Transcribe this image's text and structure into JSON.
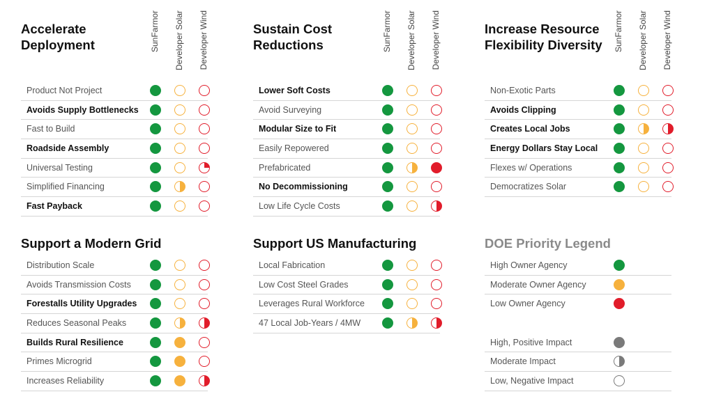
{
  "colors": {
    "green": "#14973f",
    "orange": "#f6b13d",
    "red": "#e11c2a",
    "gray": "#7a7a7a"
  },
  "columns": [
    "SunFarmor",
    "Developer Solar",
    "Developer Wind"
  ],
  "panels": [
    {
      "title_line1": "Accelerate",
      "title_line2": "Deployment",
      "rows": [
        {
          "label": "Product Not Project",
          "bold": false,
          "s": [
            "green-full",
            "orange-empty",
            "red-empty"
          ]
        },
        {
          "label": "Avoids Supply Bottlenecks",
          "bold": true,
          "s": [
            "green-full",
            "orange-empty",
            "red-empty"
          ]
        },
        {
          "label": "Fast to Build",
          "bold": false,
          "s": [
            "green-full",
            "orange-empty",
            "red-empty"
          ]
        },
        {
          "label": "Roadside Assembly",
          "bold": true,
          "s": [
            "green-full",
            "orange-empty",
            "red-empty"
          ]
        },
        {
          "label": "Universal Testing",
          "bold": false,
          "s": [
            "green-full",
            "orange-empty",
            "red-quarter"
          ]
        },
        {
          "label": "Simplified Financing",
          "bold": false,
          "s": [
            "green-full",
            "orange-half",
            "red-empty"
          ]
        },
        {
          "label": "Fast Payback",
          "bold": true,
          "s": [
            "green-full",
            "orange-empty",
            "red-empty"
          ]
        }
      ]
    },
    {
      "title_line1": "Sustain Cost",
      "title_line2": "Reductions",
      "rows": [
        {
          "label": "Lower Soft Costs",
          "bold": true,
          "s": [
            "green-full",
            "orange-empty",
            "red-empty"
          ]
        },
        {
          "label": "Avoid Surveying",
          "bold": false,
          "s": [
            "green-full",
            "orange-empty",
            "red-empty"
          ]
        },
        {
          "label": "Modular Size to Fit",
          "bold": true,
          "s": [
            "green-full",
            "orange-empty",
            "red-empty"
          ]
        },
        {
          "label": "Easily Repowered",
          "bold": false,
          "s": [
            "green-full",
            "orange-empty",
            "red-empty"
          ]
        },
        {
          "label": "Prefabricated",
          "bold": false,
          "s": [
            "green-full",
            "orange-half",
            "red-full"
          ]
        },
        {
          "label": "No Decommissioning",
          "bold": true,
          "s": [
            "green-full",
            "orange-empty",
            "red-empty"
          ]
        },
        {
          "label": "Low Life Cycle Costs",
          "bold": false,
          "s": [
            "green-full",
            "orange-empty",
            "red-half"
          ]
        }
      ]
    },
    {
      "title_line1": "Increase Resource",
      "title_line2": "Flexibility Diversity",
      "rows": [
        {
          "label": "Non-Exotic Parts",
          "bold": false,
          "s": [
            "green-full",
            "orange-empty",
            "red-empty"
          ]
        },
        {
          "label": "Avoids Clipping",
          "bold": true,
          "s": [
            "green-full",
            "orange-empty",
            "red-empty"
          ]
        },
        {
          "label": "Creates Local Jobs",
          "bold": true,
          "s": [
            "green-full",
            "orange-half",
            "red-half"
          ]
        },
        {
          "label": "Energy Dollars Stay Local",
          "bold": true,
          "s": [
            "green-full",
            "orange-empty",
            "red-empty"
          ]
        },
        {
          "label": "Flexes w/ Operations",
          "bold": false,
          "s": [
            "green-full",
            "orange-empty",
            "red-empty"
          ]
        },
        {
          "label": "Democratizes Solar",
          "bold": false,
          "s": [
            "green-full",
            "orange-empty",
            "red-empty"
          ]
        }
      ]
    },
    {
      "title_line1": "Support a Modern Grid",
      "title_line2": "",
      "rows": [
        {
          "label": "Distribution Scale",
          "bold": false,
          "s": [
            "green-full",
            "orange-empty",
            "red-empty"
          ]
        },
        {
          "label": "Avoids Transmission Costs",
          "bold": false,
          "s": [
            "green-full",
            "orange-empty",
            "red-empty"
          ]
        },
        {
          "label": "Forestalls Utility Upgrades",
          "bold": true,
          "s": [
            "green-full",
            "orange-empty",
            "red-empty"
          ]
        },
        {
          "label": "Reduces Seasonal Peaks",
          "bold": false,
          "s": [
            "green-full",
            "orange-half",
            "red-half"
          ]
        },
        {
          "label": "Builds Rural Resilience",
          "bold": true,
          "s": [
            "green-full",
            "orange-full",
            "red-empty"
          ]
        },
        {
          "label": "Primes Microgrid",
          "bold": false,
          "s": [
            "green-full",
            "orange-full",
            "red-empty"
          ]
        },
        {
          "label": "Increases Reliability",
          "bold": false,
          "s": [
            "green-full",
            "orange-full",
            "red-half"
          ]
        }
      ]
    },
    {
      "title_line1": "Support US Manufacturing",
      "title_line2": "",
      "rows": [
        {
          "label": "Local Fabrication",
          "bold": false,
          "s": [
            "green-full",
            "orange-empty",
            "red-empty"
          ]
        },
        {
          "label": "Low Cost Steel Grades",
          "bold": false,
          "s": [
            "green-full",
            "orange-empty",
            "red-empty"
          ]
        },
        {
          "label": "Leverages Rural Workforce",
          "bold": false,
          "s": [
            "green-full",
            "orange-empty",
            "red-empty"
          ]
        },
        {
          "label": "47 Local Job-Years / 4MW",
          "bold": false,
          "s": [
            "green-full",
            "orange-half",
            "red-half"
          ]
        }
      ]
    }
  ],
  "legend": {
    "title": "DOE Priority Legend",
    "rows": [
      {
        "label": "High Owner Agency",
        "icon": "green-full"
      },
      {
        "label": "Moderate Owner Agency",
        "icon": "orange-full"
      },
      {
        "label": "Low Owner Agency",
        "icon": "red-full"
      },
      {
        "label": "High, Positive Impact",
        "icon": "gray-full"
      },
      {
        "label": "Moderate Impact",
        "icon": "gray-half"
      },
      {
        "label": "Low, Negative Impact",
        "icon": "gray-empty"
      }
    ]
  }
}
